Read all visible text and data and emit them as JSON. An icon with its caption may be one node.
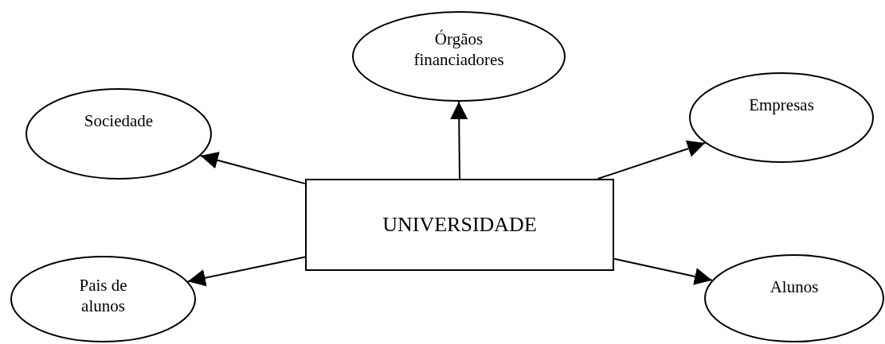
{
  "diagram": {
    "nodes": [
      {
        "text": [
          "Órgãos financiadores"
        ]
      },
      {
        "text": [
          "Sociedade"
        ]
      },
      {
        "text": [
          "Empresas"
        ]
      },
      {
        "text": [
          "UNIVERSIDADE"
        ]
      },
      {
        "text": [
          "Pais de alunos"
        ]
      },
      {
        "text": [
          "Alunos"
        ]
      }
    ],
    "edges": [
      {
        "from": 3,
        "to": 0,
        "arrow": "to"
      },
      {
        "from": 3,
        "to": 1,
        "arrow": "to"
      },
      {
        "from": 3,
        "to": 2,
        "arrow": "to"
      },
      {
        "from": 3,
        "to": 4,
        "arrow": "to"
      },
      {
        "from": 3,
        "to": 5,
        "arrow": "to"
      }
    ]
  }
}
